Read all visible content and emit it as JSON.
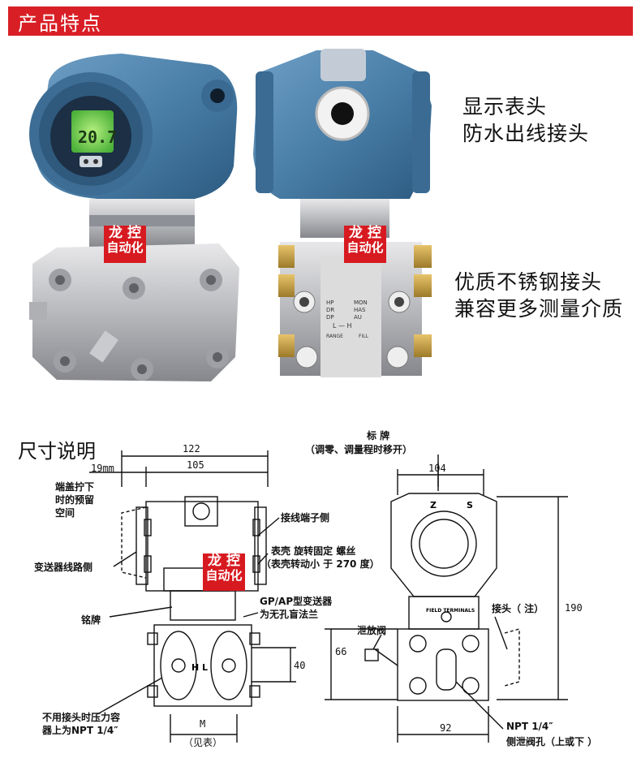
{
  "header": {
    "title": "产品特点"
  },
  "features": {
    "line1": "显示表头",
    "line2": "防水出线接头",
    "line3": "优质不锈钢接头",
    "line4": "兼容更多测量介质"
  },
  "watermark": {
    "line1": "龙 控",
    "line2": "自动化"
  },
  "device_display": {
    "reading": "20.7"
  },
  "module_labels": {
    "hp": "HP",
    "dr": "DR",
    "dp": "DP",
    "mon": "MON",
    "has": "HAS",
    "au": "AU",
    "lh": "L — H",
    "range": "RANGE",
    "fill": "FILL"
  },
  "dimensions": {
    "section_title": "尺寸说明",
    "w122": "122",
    "w105": "105",
    "w19": "19mm",
    "w104": "104",
    "h190": "190",
    "h66": "66",
    "h40": "40",
    "w92": "92",
    "m": "M",
    "m_note": "（见表）"
  },
  "annotations": {
    "cover_space_1": "端盖拧下",
    "cover_space_2": "时的预留",
    "cover_space_3": "空间",
    "circuit_side": "变送器线路侧",
    "nameplate": "铭牌",
    "pressure_1": "不用接头时压力容",
    "pressure_2": "器上为NPT 1/4″",
    "terminal_side": "接线端子侧",
    "housing_screw": "表壳 旋转固定 螺丝",
    "housing_rotate": "（表壳转动小 于 270 度）",
    "gp_ap_1": "GP/AP型变送器",
    "gp_ap_2": "为无孔盲法兰",
    "label_plate": "标 牌",
    "label_plate_note": "（调零、调量程时移开）",
    "vent_valve": "泄放阀",
    "connector": "接头（ 注）",
    "npt": "NPT 1/4″",
    "side_vent": "侧泄阀孔（上或下 ）",
    "field_terminals": "FIELD TERMINALS",
    "z": "Z",
    "s": "S",
    "hl": "H L"
  },
  "colors": {
    "brand_red": "#d91f26",
    "housing_blue": "#4a7fa8",
    "lcd_green": "#7bd85a"
  }
}
